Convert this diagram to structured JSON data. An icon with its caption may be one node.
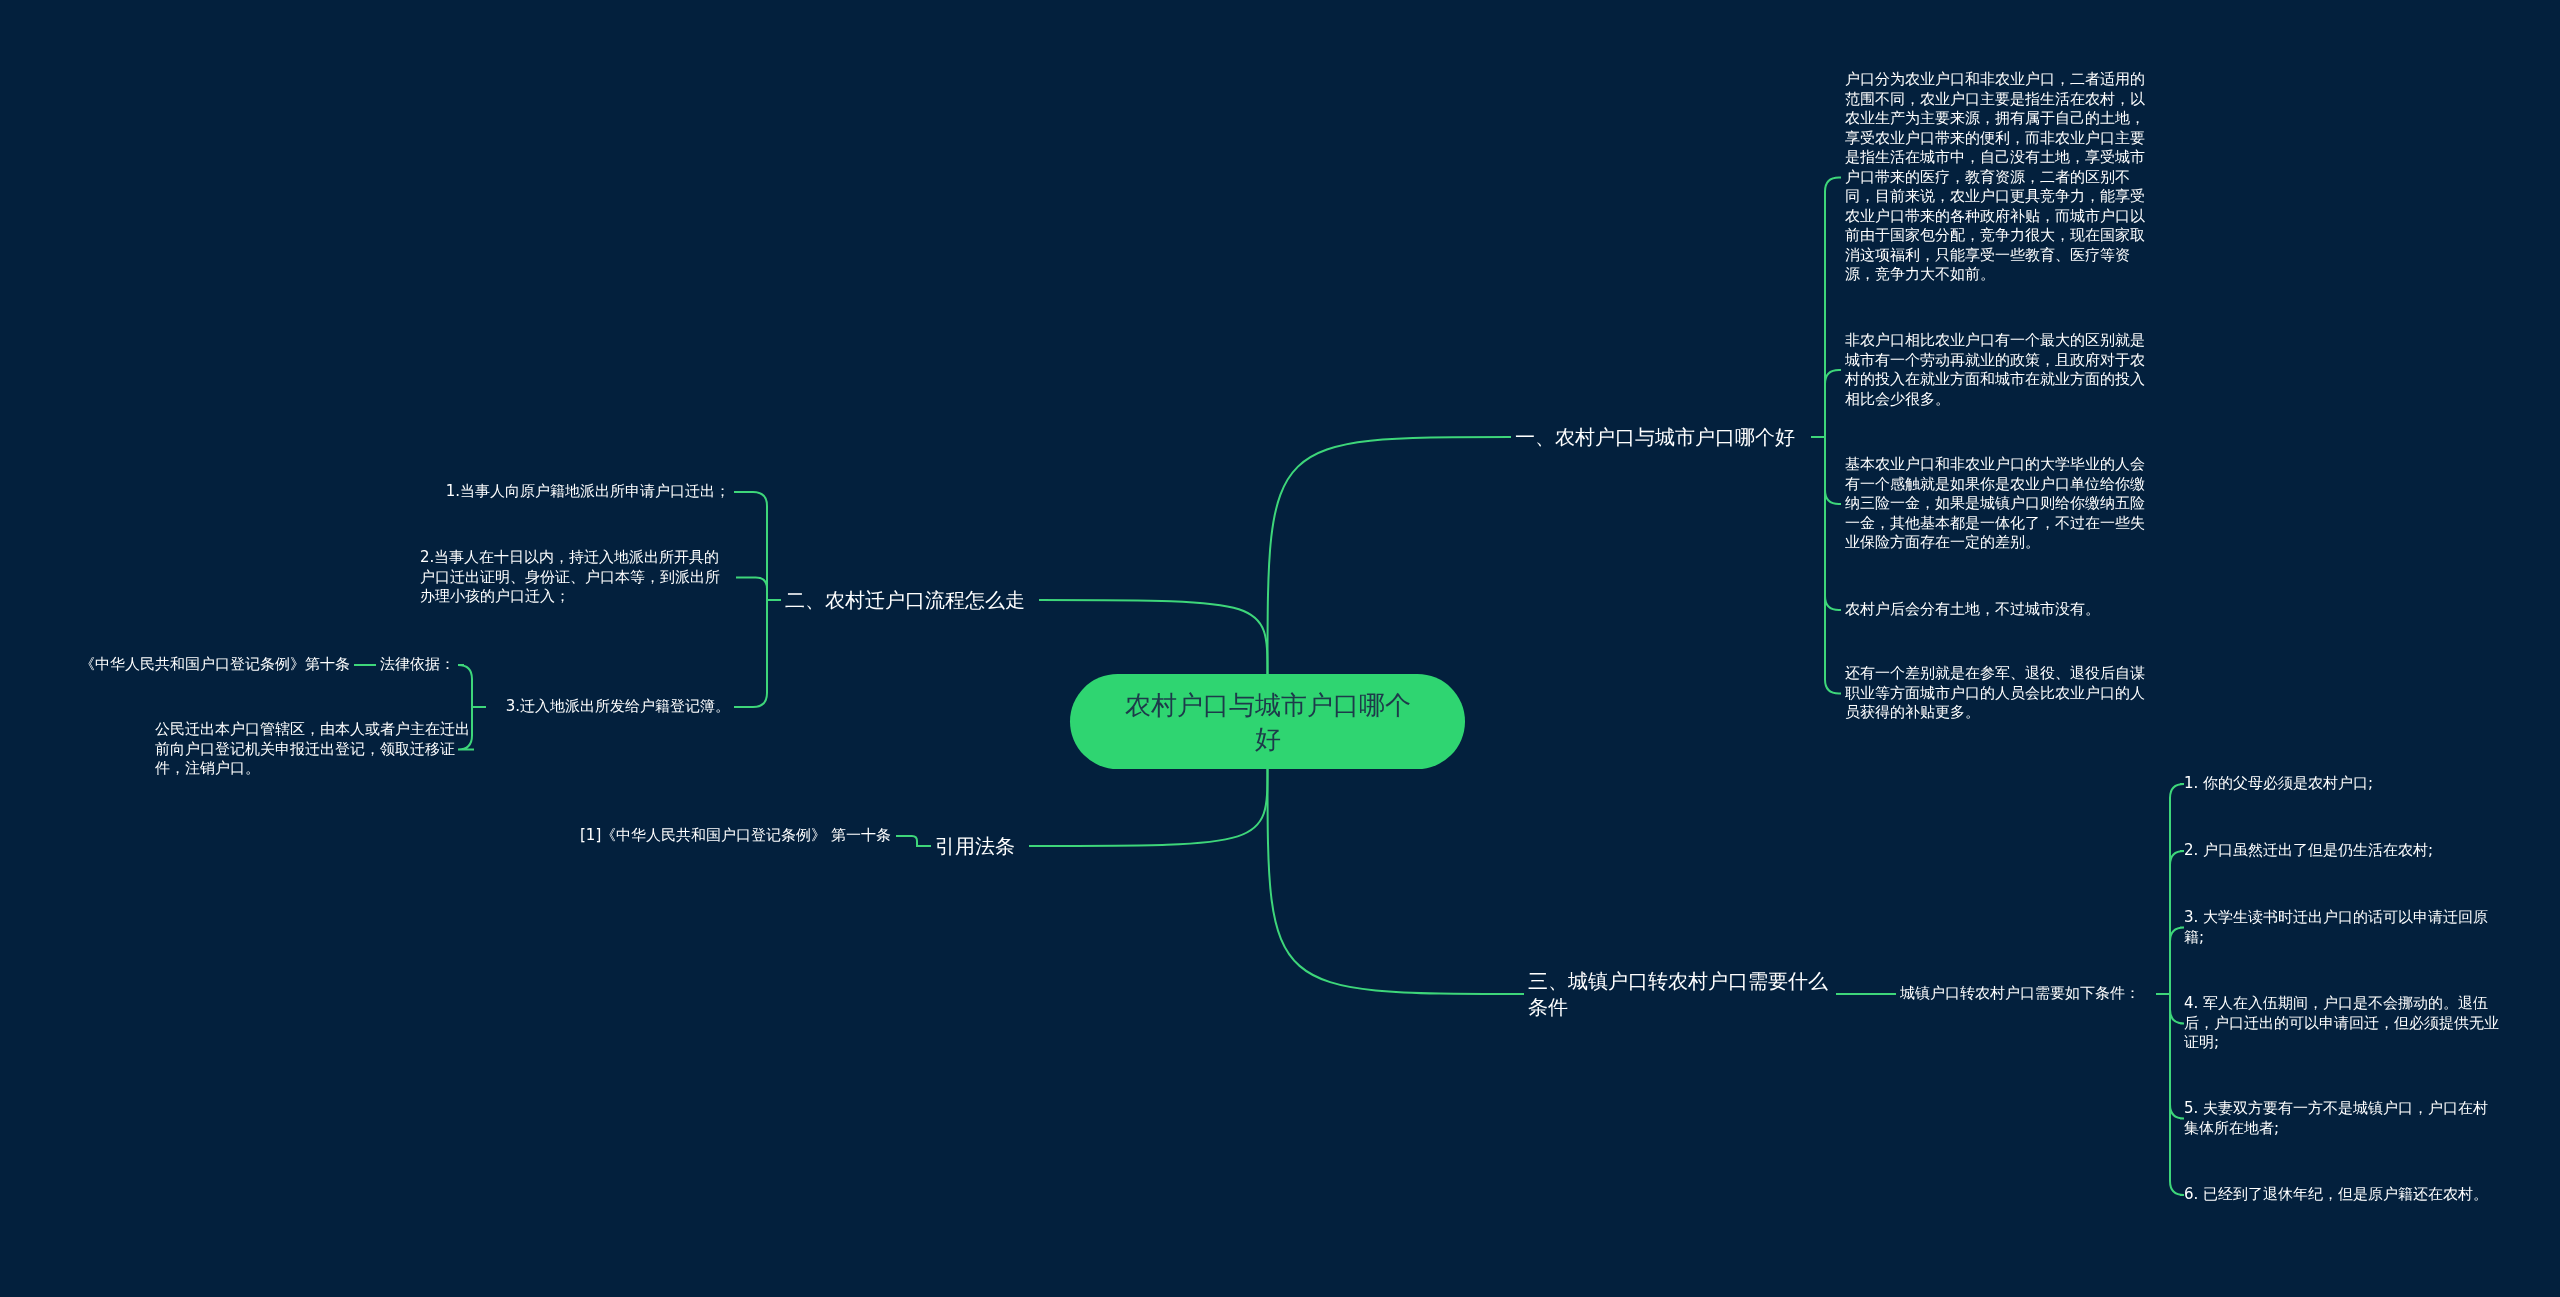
{
  "diagram": {
    "nodes": [
      {
        "text": [
          "农村户口与城市户口哪个好"
        ]
      },
      {
        "text": [
          "一、农村户口与城市户口哪个好"
        ]
      },
      {
        "text": [
          "户口分为农业户口和非农业户口，二者适用的范围不同，农业户口主要是指生活在农村，以农业生产为主要来源，拥有属于自己的土地，享受农业户口带来的便利，而非农业户口主要是指生活在城市中，自己没有土地，享受城市户口带来的医疗，教育资源，二者的区别不同，目前来说，农业户口更具竞争力，能享受农业户口带来的各种政府补贴，而城市户口以前由于国家包分配，竞争力很大，现在国家取消这项福利，只能享受一些教育、医疗等资源，竞争力大不如前。"
        ]
      },
      {
        "text": [
          "非农户口相比农业户口有一个最大的区别就是城市有一个劳动再就业的政策，且政府对于农村的投入在就业方面和城市在就业方面的投入相比会少很多。"
        ]
      },
      {
        "text": [
          "基本农业户口和非农业户口的大学毕业的人会有一个感触就是如果你是农业户口单位给你缴纳三险一金，如果是城镇户口则给你缴纳五险一金，其他基本都是一体化了，不过在一些失业保险方面存在一定的差别。"
        ]
      },
      {
        "text": [
          "农村户后会分有土地，不过城市没有。"
        ]
      },
      {
        "text": [
          "还有一个差别就是在参军、退役、退役后自谋职业等方面城市户口的人员会比农业户口的人员获得的补贴更多。"
        ]
      },
      {
        "text": [
          "二、农村迁户口流程怎么走"
        ]
      },
      {
        "text": [
          "1.当事人向原户籍地派出所申请户口迁出；"
        ]
      },
      {
        "text": [
          "2.当事人在十日以内，持迁入地派出所开具的户口迁出证明、身份证、户口本等，到派出所办理小孩的户口迁入；"
        ]
      },
      {
        "text": [
          "3.迁入地派出所发给户籍登记簿。"
        ]
      },
      {
        "text": [
          "法律依据："
        ]
      },
      {
        "text": [
          "《中华人民共和国户口登记条例》第十条"
        ]
      },
      {
        "text": [
          "公民迁出本户口管辖区，由本人或者户主在迁出前向户口登记机关申报迁出登记，领取迁移证件，注销户口。"
        ]
      },
      {
        "text": [
          "引用法条"
        ]
      },
      {
        "text": [
          "[1]《中华人民共和国户口登记条例》 第一十条"
        ]
      },
      {
        "text": [
          "三、城镇户口转农村户口需要什么条件"
        ]
      },
      {
        "text": [
          "城镇户口转农村户口需要如下条件："
        ]
      },
      {
        "text": [
          "1. 你的父母必须是农村户口;"
        ]
      },
      {
        "text": [
          "2. 户口虽然迁出了但是仍生活在农村;"
        ]
      },
      {
        "text": [
          "3. 大学生读书时迁出户口的话可以申请迁回原籍;"
        ]
      },
      {
        "text": [
          "4. 军人在入伍期间，户口是不会挪动的。退伍后，户口迁出的可以申请回迁，但必须提供无业证明;"
        ]
      },
      {
        "text": [
          "5. 夫妻双方要有一方不是城镇户口，户口在村集体所在地者;"
        ]
      },
      {
        "text": [
          "6. 已经到了退休年纪，但是原户籍还在农村。"
        ]
      }
    ],
    "edges": [
      {
        "from": 0,
        "to": 1,
        "arrow": "none"
      },
      {
        "from": 1,
        "to": 2,
        "arrow": "none"
      },
      {
        "from": 1,
        "to": 3,
        "arrow": "none"
      },
      {
        "from": 1,
        "to": 4,
        "arrow": "none"
      },
      {
        "from": 1,
        "to": 5,
        "arrow": "none"
      },
      {
        "from": 1,
        "to": 6,
        "arrow": "none"
      },
      {
        "from": 0,
        "to": 7,
        "arrow": "none"
      },
      {
        "from": 7,
        "to": 8,
        "arrow": "none"
      },
      {
        "from": 7,
        "to": 9,
        "arrow": "none"
      },
      {
        "from": 7,
        "to": 10,
        "arrow": "none"
      },
      {
        "from": 10,
        "to": 11,
        "arrow": "none"
      },
      {
        "from": 11,
        "to": 12,
        "arrow": "none"
      },
      {
        "from": 10,
        "to": 13,
        "arrow": "none"
      },
      {
        "from": 0,
        "to": 14,
        "arrow": "none"
      },
      {
        "from": 14,
        "to": 15,
        "arrow": "none"
      },
      {
        "from": 0,
        "to": 16,
        "arrow": "none"
      },
      {
        "from": 16,
        "to": 17,
        "arrow": "none"
      },
      {
        "from": 17,
        "to": 18,
        "arrow": "none"
      },
      {
        "from": 17,
        "to": 19,
        "arrow": "none"
      },
      {
        "from": 17,
        "to": 20,
        "arrow": "none"
      },
      {
        "from": 17,
        "to": 21,
        "arrow": "none"
      },
      {
        "from": 17,
        "to": 22,
        "arrow": "none"
      },
      {
        "from": 17,
        "to": 23,
        "arrow": "none"
      }
    ]
  }
}
